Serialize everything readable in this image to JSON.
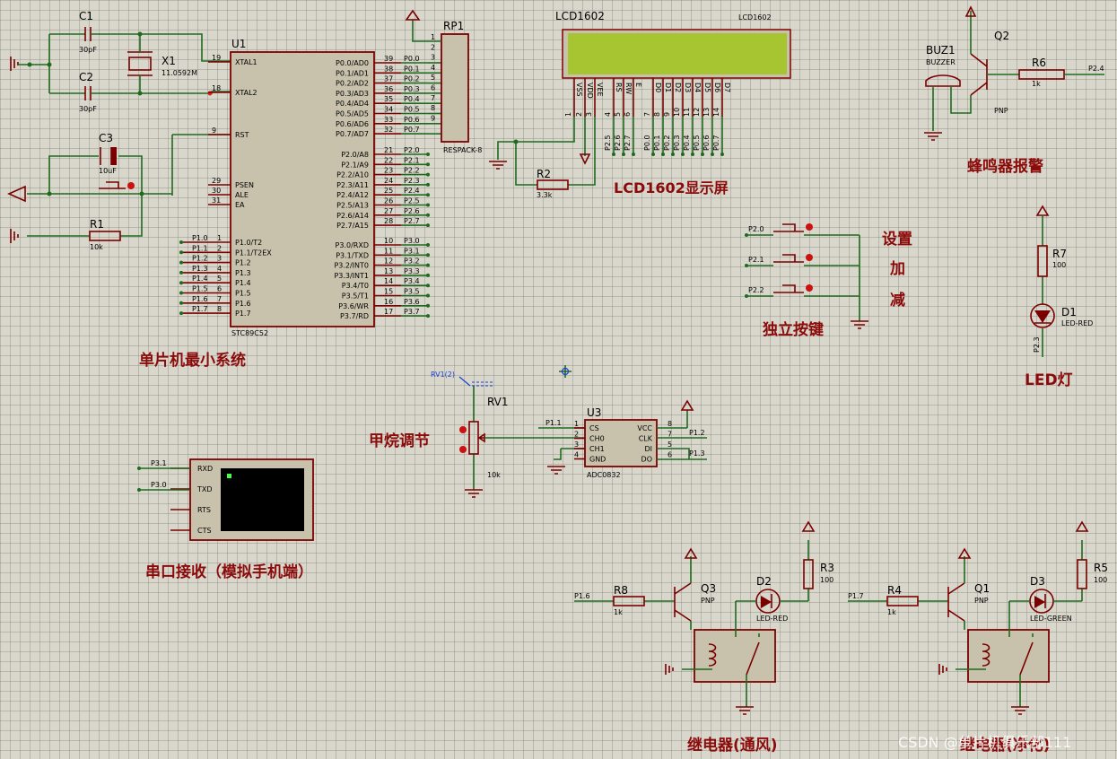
{
  "labels": {
    "c1": "C1",
    "c1_val": "30pF",
    "c2": "C2",
    "c2_val": "30pF",
    "x1": "X1",
    "x1_val": "11.0592M",
    "c3": "C3",
    "c3_val": "10uF",
    "r1": "R1",
    "r1_val": "10k",
    "u1": "U1",
    "u1_part": "STC89C52",
    "rp1": "RP1",
    "rp1_part": "RESPACK-8",
    "lcd": "LCD1602",
    "lcd_small": "LCD1602",
    "r2": "R2",
    "r2_val": "3.3k",
    "buz1": "BUZ1",
    "buz_part": "BUZZER",
    "q2": "Q2",
    "q2_type": "PNP",
    "r6": "R6",
    "r6_val": "1k",
    "p24": "P2.4",
    "r7": "R7",
    "r7_val": "100",
    "d1": "D1",
    "d1_type": "LED-RED",
    "p23": "P2.3",
    "rv1": "RV1",
    "rv1_val": "10k",
    "rv1_probe": "RV1(2)",
    "u3": "U3",
    "u3_part": "ADC0832",
    "r8": "R8",
    "r8_val": "1k",
    "q3": "Q3",
    "q3_type": "PNP",
    "d2": "D2",
    "d2_type": "LED-RED",
    "r3": "R3",
    "r3_val": "100",
    "r4": "R4",
    "r4_val": "1k",
    "q1": "Q1",
    "q1_type": "PNP",
    "d3": "D3",
    "d3_type": "LED-GREEN",
    "r5": "R5",
    "r5_val": "100",
    "p16": "P1.6",
    "p17": "P1.7",
    "p11": "P1.1",
    "p12": "P1.2",
    "p13": "P1.3",
    "p20": "P2.0",
    "p21": "P2.1",
    "p22": "P2.2",
    "p31": "P3.1",
    "p30": "P3.0"
  },
  "u1_left_pins": [
    {
      "name": "XTAL1",
      "num": "19"
    },
    {
      "name": "XTAL2",
      "num": "18"
    },
    {
      "name": "RST",
      "num": "9"
    },
    {
      "name": "PSEN",
      "num": "29"
    },
    {
      "name": "ALE",
      "num": "30"
    },
    {
      "name": "EA",
      "num": "31"
    }
  ],
  "u1_p1": [
    "P1.0/T2",
    "P1.1/T2EX",
    "P1.2",
    "P1.3",
    "P1.4",
    "P1.5",
    "P1.6",
    "P1.7"
  ],
  "u1_p1_nets": [
    "P1.0",
    "P1.1",
    "P1.2",
    "P1.3",
    "P1.4",
    "P1.5",
    "P1.6",
    "P1.7"
  ],
  "u1_p1_nums": [
    "1",
    "2",
    "3",
    "4",
    "5",
    "6",
    "7",
    "8"
  ],
  "u1_p0": [
    "P0.0/AD0",
    "P0.1/AD1",
    "P0.2/AD2",
    "P0.3/AD3",
    "P0.4/AD4",
    "P0.5/AD5",
    "P0.6/AD6",
    "P0.7/AD7"
  ],
  "u1_p0_nets": [
    "P0.0",
    "P0.1",
    "P0.2",
    "P0.3",
    "P0.4",
    "P0.5",
    "P0.6",
    "P0.7"
  ],
  "u1_p0_nums": [
    "39",
    "38",
    "37",
    "36",
    "35",
    "34",
    "33",
    "32"
  ],
  "u1_p2": [
    "P2.0/A8",
    "P2.1/A9",
    "P2.2/A10",
    "P2.3/A11",
    "P2.4/A12",
    "P2.5/A13",
    "P2.6/A14",
    "P2.7/A15"
  ],
  "u1_p2_nets": [
    "P2.0",
    "P2.1",
    "P2.2",
    "P2.3",
    "P2.4",
    "P2.5",
    "P2.6",
    "P2.7"
  ],
  "u1_p2_nums": [
    "21",
    "22",
    "23",
    "24",
    "25",
    "26",
    "27",
    "28"
  ],
  "u1_p3": [
    "P3.0/RXD",
    "P3.1/TXD",
    "P3.2/INT0",
    "P3.3/INT1",
    "P3.4/T0",
    "P3.5/T1",
    "P3.6/WR",
    "P3.7/RD"
  ],
  "u1_p3_nets": [
    "P3.0",
    "P3.1",
    "P3.2",
    "P3.3",
    "P3.4",
    "P3.5",
    "P3.6",
    "P3.7"
  ],
  "u1_p3_nums": [
    "10",
    "11",
    "12",
    "13",
    "14",
    "15",
    "16",
    "17"
  ],
  "rp1_nums": [
    "1",
    "2",
    "3",
    "4",
    "5",
    "6",
    "7",
    "8",
    "9"
  ],
  "lcd_pins": [
    "VSS",
    "VDD",
    "VEE",
    "RS",
    "RW",
    "E",
    "D0",
    "D1",
    "D2",
    "D3",
    "D4",
    "D5",
    "D6",
    "D7"
  ],
  "lcd_pin_nums": [
    "1",
    "2",
    "3",
    "4",
    "5",
    "6",
    "7",
    "8",
    "9",
    "10",
    "11",
    "12",
    "13",
    "14"
  ],
  "lcd_nets": [
    "P2.5",
    "P2.6",
    "P2.7",
    "P0.0",
    "P0.1",
    "P0.2",
    "P0.3",
    "P0.4",
    "P0.5",
    "P0.6",
    "P0.7"
  ],
  "u3_left": [
    {
      "name": "CS",
      "num": "1"
    },
    {
      "name": "CH0",
      "num": "2"
    },
    {
      "name": "CH1",
      "num": "3"
    },
    {
      "name": "GND",
      "num": "4"
    }
  ],
  "u3_right": [
    {
      "name": "VCC",
      "num": "8"
    },
    {
      "name": "CLK",
      "num": "7"
    },
    {
      "name": "DI",
      "num": "5"
    },
    {
      "name": "DO",
      "num": "6"
    }
  ],
  "terminal_pins": [
    "RXD",
    "TXD",
    "RTS",
    "CTS"
  ],
  "captions": {
    "mcu": "单片机最小系统",
    "lcd": "LCD1602显示屏",
    "buzzer": "蜂鸣器报警",
    "set": "设置",
    "plus": "加",
    "minus": "减",
    "keys": "独立按键",
    "led": "LED灯",
    "gas": "甲烷调节",
    "serial": "串口接收（模拟手机端）",
    "relay1": "继电器(通风)",
    "relay2": "继电器(净化)"
  },
  "watermark": "CSDN @单片机俱乐部111",
  "colors": {
    "wire": "#1e6b1e",
    "part": "#7a0000",
    "lcd_screen": "#a7c431",
    "caption": "#8b0a0a"
  }
}
